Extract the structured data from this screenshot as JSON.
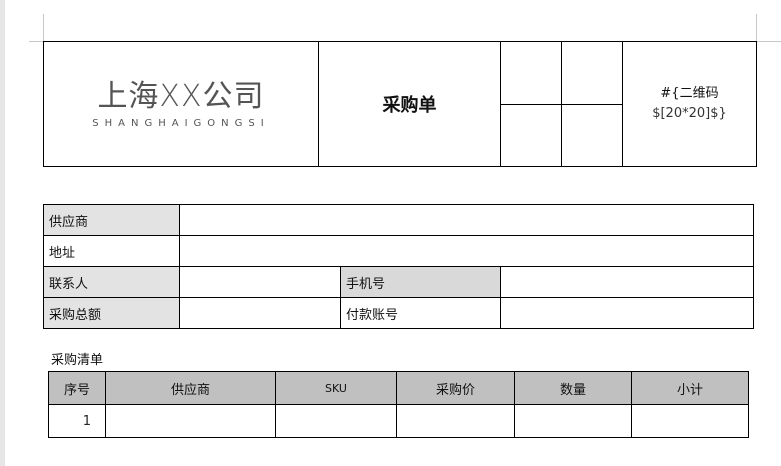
{
  "header": {
    "logo_cn": "上海XX公司",
    "logo_en": "SHANGHAIGONGSI",
    "title": "采购单",
    "qr_line1": "#{二维码",
    "qr_line2": "$[20*20]$}"
  },
  "info": {
    "supplier": "供应商",
    "address": "地址",
    "contact": "联系人",
    "phone": "手机号",
    "total": "采购总额",
    "account": "付款账号"
  },
  "items": {
    "title": "采购清单",
    "columns": [
      "序号",
      "供应商",
      "SKU",
      "采购价",
      "数量",
      "小计"
    ],
    "rows": [
      [
        "1",
        "",
        "",
        "",
        "",
        ""
      ]
    ]
  }
}
